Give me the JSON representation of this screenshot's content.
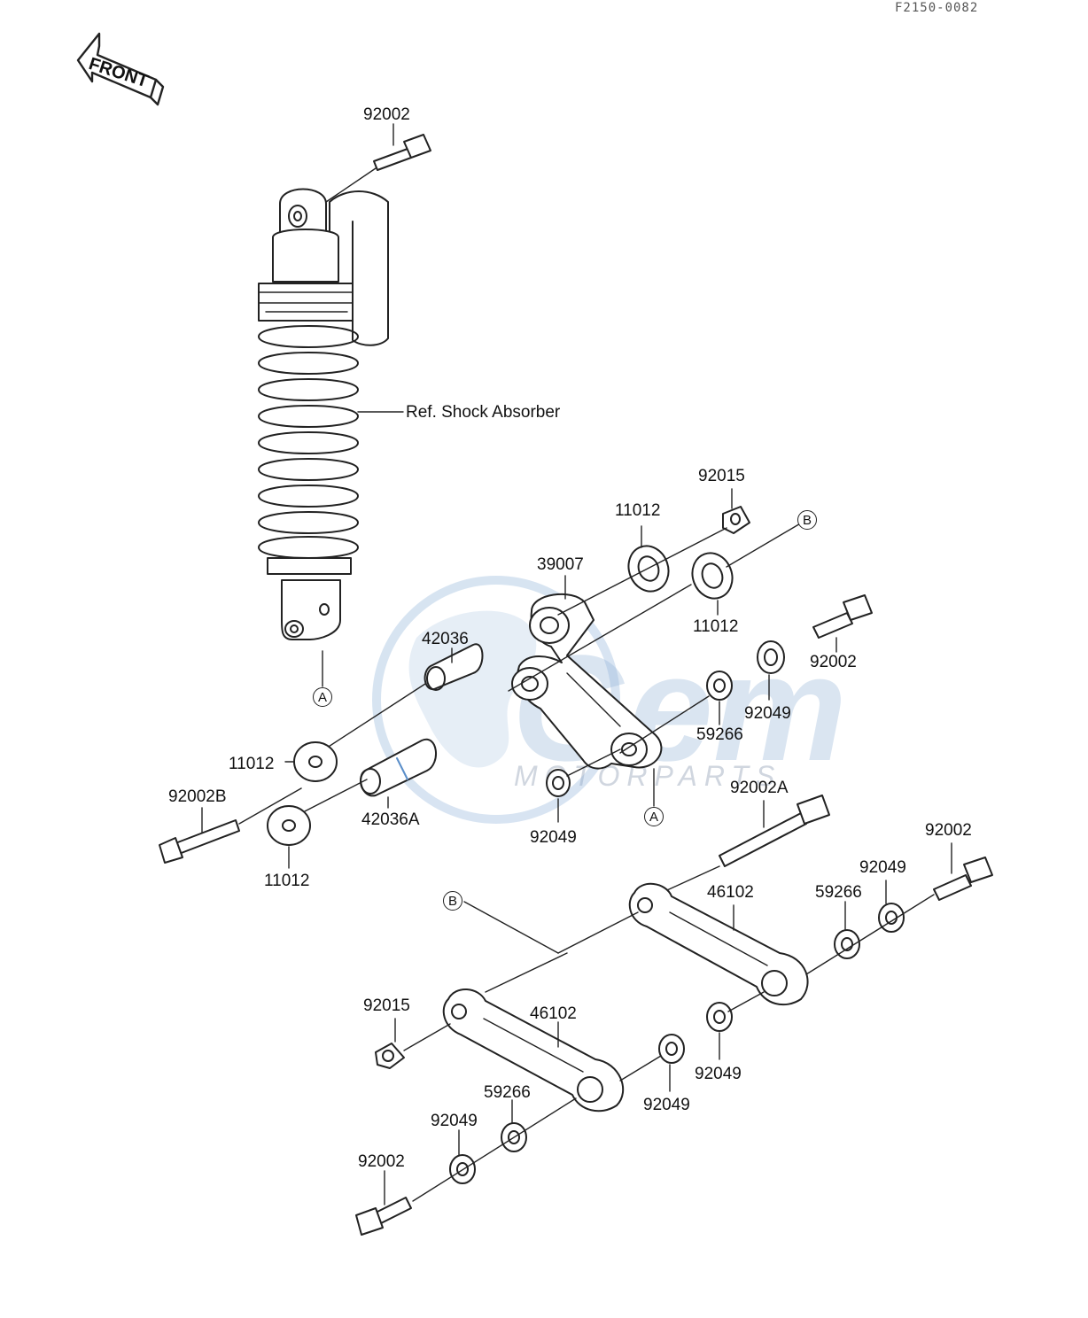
{
  "header": {
    "ref_code": "F2150-0082"
  },
  "orientation": {
    "front_label": "FRONT"
  },
  "watermark": {
    "brand": "Gem",
    "sub": "MOTORPARTS"
  },
  "labels": {
    "ref_shock_absorber": "Ref. Shock Absorber",
    "p92002_top": "92002",
    "p92015_a": "92015",
    "p11012_a": "11012",
    "p39007": "39007",
    "p11012_b": "11012",
    "p92002_right": "92002",
    "p42036": "42036",
    "p92049_a": "92049",
    "p59266_a": "59266",
    "p11012_c": "11012",
    "p92002b": "92002B",
    "p42036a": "42036A",
    "p11012_d": "11012",
    "p92049_b": "92049",
    "p92002a": "92002A",
    "p92002_far": "92002",
    "p92049_c": "92049",
    "p46102_a": "46102",
    "p59266_b": "59266",
    "p92015_b": "92015",
    "p46102_b": "46102",
    "p92049_d": "92049",
    "p92049_e": "92049",
    "p59266_c": "59266",
    "p92049_f": "92049",
    "p92002_bottom": "92002"
  },
  "callouts": {
    "a_top": "A",
    "a_link": "A",
    "b_top": "B",
    "b_link": "B"
  },
  "colors": {
    "line": "#222222",
    "watermark": "#8fb3d9"
  }
}
